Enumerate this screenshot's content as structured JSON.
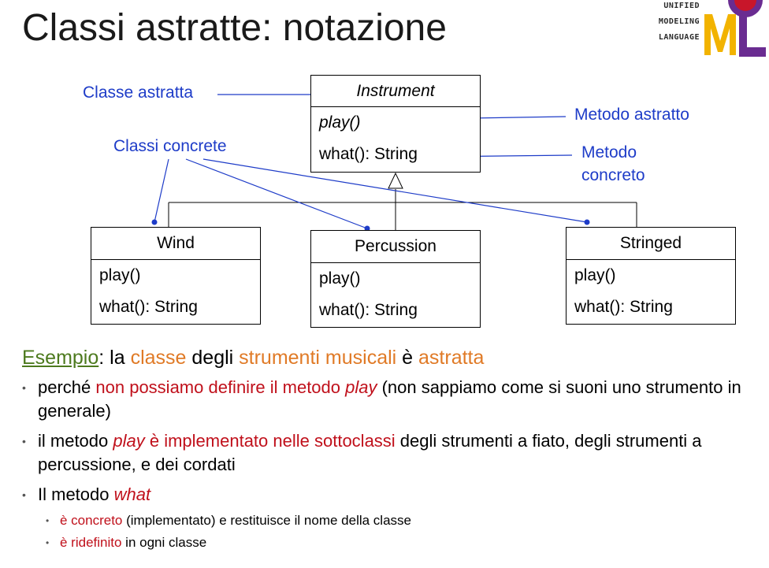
{
  "slide": {
    "title": "Classi astratte: notazione"
  },
  "logo": {
    "line1": "UNIFIED",
    "line2": "MODELING",
    "line3": "LANGUAGE",
    "colors": {
      "u": "#c8162a",
      "m": "#f2b300",
      "l": "#6a2c91"
    }
  },
  "annotations": {
    "classe_astratta": "Classe astratta",
    "classi_concrete": "Classi concrete",
    "metodo_astratto": "Metodo astratto",
    "metodo_concreto_1": "Metodo",
    "metodo_concreto_2": "concreto"
  },
  "diagram": {
    "parent": {
      "name": "Instrument",
      "ops": [
        "play()",
        "what(): String"
      ]
    },
    "children": [
      {
        "name": "Wind",
        "ops": [
          "play()",
          "what(): String"
        ]
      },
      {
        "name": "Percussion",
        "ops": [
          "play()",
          "what(): String"
        ]
      },
      {
        "name": "Stringed",
        "ops": [
          "play()",
          "what(): String"
        ]
      }
    ]
  },
  "text": {
    "esempio": "Esempio",
    "e1": ":  la ",
    "e2": "classe",
    "e3": " degli ",
    "e4": "strumenti musicali",
    "e5": " è ",
    "e6": "astratta",
    "b1_a": "perché ",
    "b1_b": "non possiamo definire il metodo ",
    "b1_c": "play",
    "b1_d": " (non sappiamo come si suoni uno strumento in generale)",
    "b2_a": "il metodo ",
    "b2_b": "play",
    "b2_c": " è implementato nelle sottoclassi",
    "b2_d": " degli strumenti a fiato, degli strumenti a percussione, e dei cordati",
    "b3_a": "Il metodo ",
    "b3_b": "what",
    "s1_a": "è concreto",
    "s1_b": " (implementato) e restituisce il nome della classe",
    "s2_a": "è ridefinito",
    "s2_b": " in ogni classe"
  },
  "colors": {
    "annotation": "#1e3cc8",
    "orange": "#e07a26",
    "red": "#c0101b",
    "green": "#4d7a1e"
  }
}
